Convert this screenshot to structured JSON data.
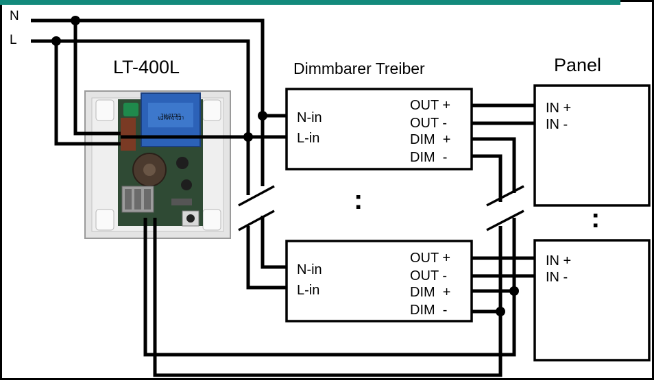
{
  "accent_color": "#138a7c",
  "mains": {
    "n_label": "N",
    "l_label": "L"
  },
  "dimmer": {
    "model": "LT-400L",
    "device_label": "DC10-RL",
    "device_sublabel": "LED DIMMER",
    "icon": "wall-dimmer-photo"
  },
  "driver_column_title": "Dimmbarer Treiber",
  "panel_column_title": "Panel",
  "drivers": [
    {
      "in_n": "N-in",
      "in_l": "L-in",
      "out_pos": "OUT +",
      "out_neg": "OUT -",
      "dim_pos": "DIM  +",
      "dim_neg": "DIM  -"
    },
    {
      "in_n": "N-in",
      "in_l": "L-in",
      "out_pos": "OUT +",
      "out_neg": "OUT -",
      "dim_pos": "DIM  +",
      "dim_neg": "DIM  -"
    }
  ],
  "panels": [
    {
      "in_pos": "IN +",
      "in_neg": "IN -"
    },
    {
      "in_pos": "IN +",
      "in_neg": "IN -"
    }
  ],
  "ellipsis": ":"
}
